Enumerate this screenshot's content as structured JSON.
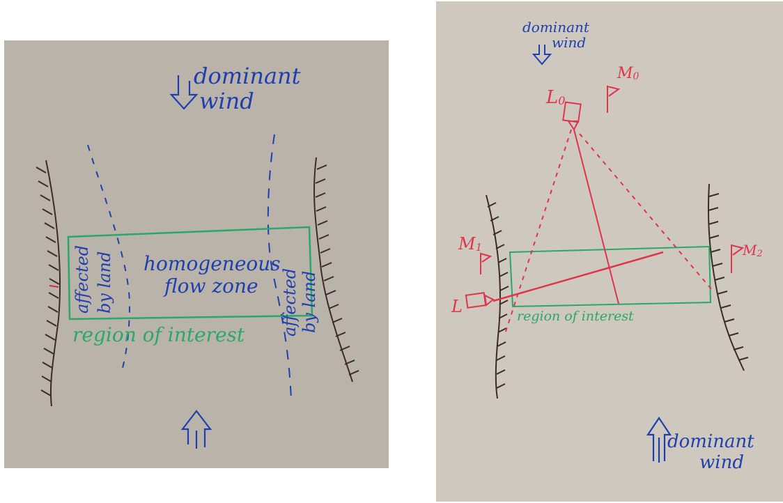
{
  "left": {
    "wind_top": "dominant",
    "wind_top_2": "wind",
    "affected_left_1": "affected",
    "affected_left_2": "by land",
    "homogeneous_1": "homogeneous",
    "homogeneous_2": "flow zone",
    "affected_right_1": "affected",
    "affected_right_2": "by land",
    "region": "region of interest"
  },
  "right": {
    "wind_top_1": "dominant",
    "wind_top_2": "wind",
    "m0": "M",
    "m0_sub": "0",
    "l0": "L",
    "l0_sub": "0",
    "m1": "M",
    "m1_sub": "1",
    "m2": "M",
    "m2_sub": "2",
    "l": "L",
    "region": "region of interest",
    "wind_bottom_1": "dominant",
    "wind_bottom_2": "wind"
  },
  "colors": {
    "blue": "#1f3fae",
    "green": "#2aa86a",
    "red": "#e0344a",
    "dark": "#3a2c28"
  }
}
